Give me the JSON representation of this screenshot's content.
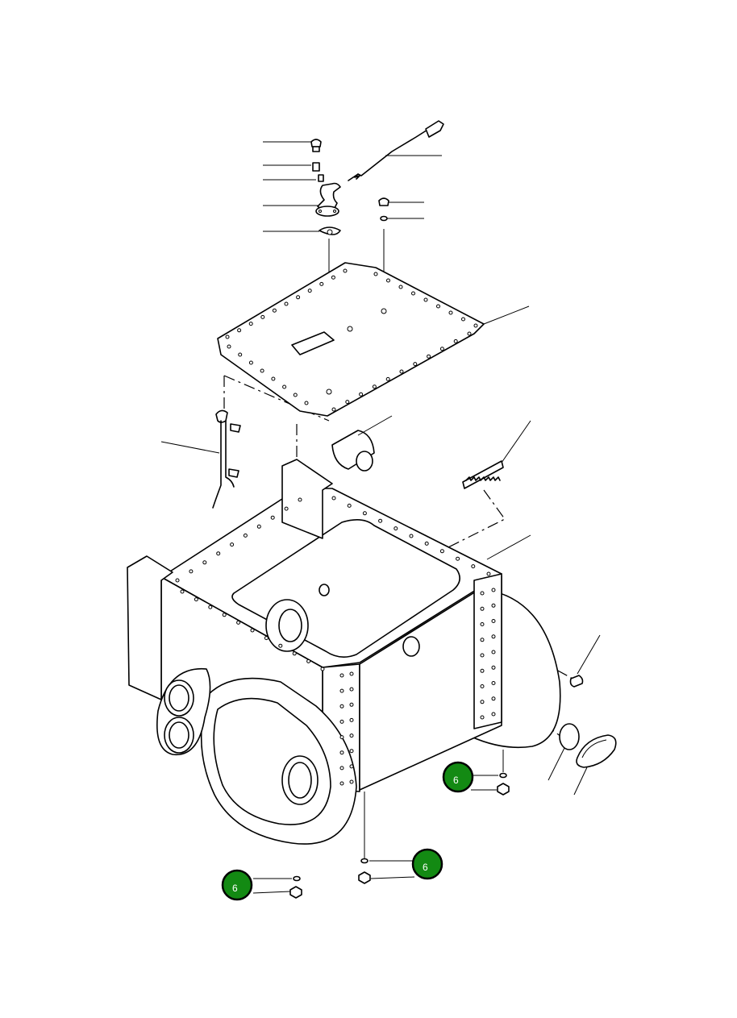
{
  "callouts": [
    {
      "label": "6",
      "color": "#138a13"
    },
    {
      "label": "6",
      "color": "#138a13"
    },
    {
      "label": "6",
      "color": "#138a13"
    }
  ]
}
